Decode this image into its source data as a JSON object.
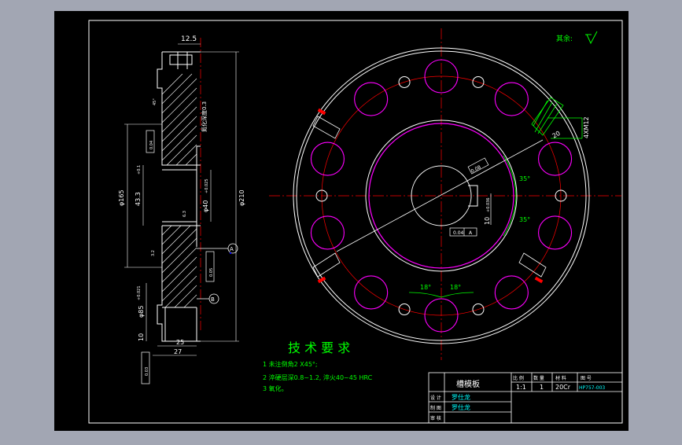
{
  "colors": {
    "background": "#a2a6b3",
    "drawing_area": "#000000",
    "outline": "#ffffff",
    "centerline": "#ff0000",
    "holes": "#ff00ff",
    "dimension": "#00ff00",
    "text_green": "#00ff00",
    "text_white": "#ffffff",
    "title_values": "#00ffff",
    "marker": "#0000ff"
  },
  "roughness": {
    "label": "其余:",
    "icon": "surface-roughness-icon"
  },
  "section_view": {
    "dims": {
      "top_width": "12.5",
      "d165": "φ165",
      "d43": "43.3",
      "d43_tol": "+0.1",
      "d40": "φ40",
      "d40_tol": "+0.025",
      "d210": "φ210",
      "d85": "φ85",
      "d85_tol": "+0.021",
      "d10": "10",
      "w25": "25",
      "w27": "27",
      "small_1": "6.3",
      "small_2": "3.2",
      "angle_note": "45°"
    },
    "vertical_note": "氮化深度0.3",
    "notes": [
      "0.04",
      "0.05",
      "0.03"
    ],
    "markers": [
      "A",
      "B"
    ]
  },
  "front_view": {
    "dims": {
      "angle_upper": "35°",
      "angle_lower": "35°",
      "angle_left": "18°",
      "angle_right": "18°",
      "keyway": "10",
      "keyway_tol": "+0.036",
      "hole_label": "4XM12",
      "dim_20": "20",
      "tol_box": "0.04",
      "tol_ref": "A",
      "flat_note": "0.08"
    }
  },
  "tech_requirements": {
    "title": "技 术 要 求",
    "items": [
      "1  未注倒角2 X45°;",
      "2  淬硬层深0.8~1.2, 淬火40~45 HRC",
      "3  氧化。"
    ]
  },
  "title_block": {
    "part_name": "槽模板",
    "headers": [
      "比 例",
      "数 量",
      "材 料",
      "图    号"
    ],
    "values": [
      "1:1",
      "1",
      "20Cr",
      "HP757-003"
    ],
    "row_labels": [
      "设 计",
      "制 图",
      "审 核"
    ],
    "designer": "罗仕龙",
    "drafter": "罗仕龙"
  }
}
